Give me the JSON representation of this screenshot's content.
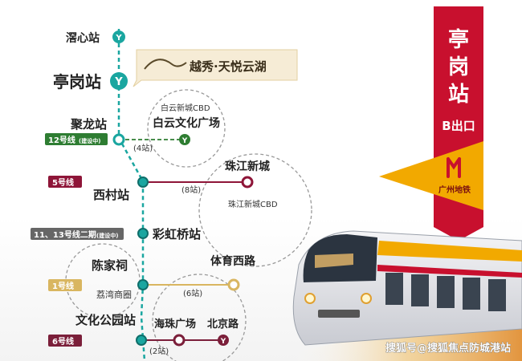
{
  "stations": {
    "xinxin": "滘心站",
    "tinggang": "亭岗站",
    "julong": "聚龙站",
    "xicun": "西村站",
    "caihongqiao": "彩虹桥站",
    "chenjiaci": "陈家祠",
    "wenhuagongyuan": "文化公园站",
    "baiyun_culture": "白云文化广场",
    "zhujiang_newtown": "珠江新城",
    "tiyu_xilu": "体育西路",
    "haizhu_square": "海珠广场",
    "beijing_road": "北京路"
  },
  "areas": {
    "baiyun_cbd": "白云新城CBD",
    "zhujiang_cbd": "珠江新城CBD",
    "liwan": "荔湾商圈"
  },
  "lines": {
    "line12": "12号线",
    "line12_note": "(建设中)",
    "line5": "5号线",
    "line11_13": "11、13号线二期",
    "line11_13_note": "(建设中)",
    "line1": "1号线",
    "line6": "6号线"
  },
  "counts": {
    "c4": "(4站)",
    "c8": "(8站)",
    "c6": "(6站)",
    "c2": "(2站)"
  },
  "project": {
    "name": "越秀·天悦云湖"
  },
  "banner": {
    "title": "亭岗站",
    "exit": "B出口",
    "brand": "广州地铁"
  },
  "watermark": "搜狐号@搜狐焦点防城港站",
  "colors": {
    "main_line": "#1aa6a0",
    "line12": "#2e7d32",
    "line5": "#8e1538",
    "line11_13": "#666666",
    "line1": "#e0c97a",
    "line6": "#7b1f3a",
    "banner_red": "#c8102e",
    "banner_yellow": "#f2a900"
  }
}
